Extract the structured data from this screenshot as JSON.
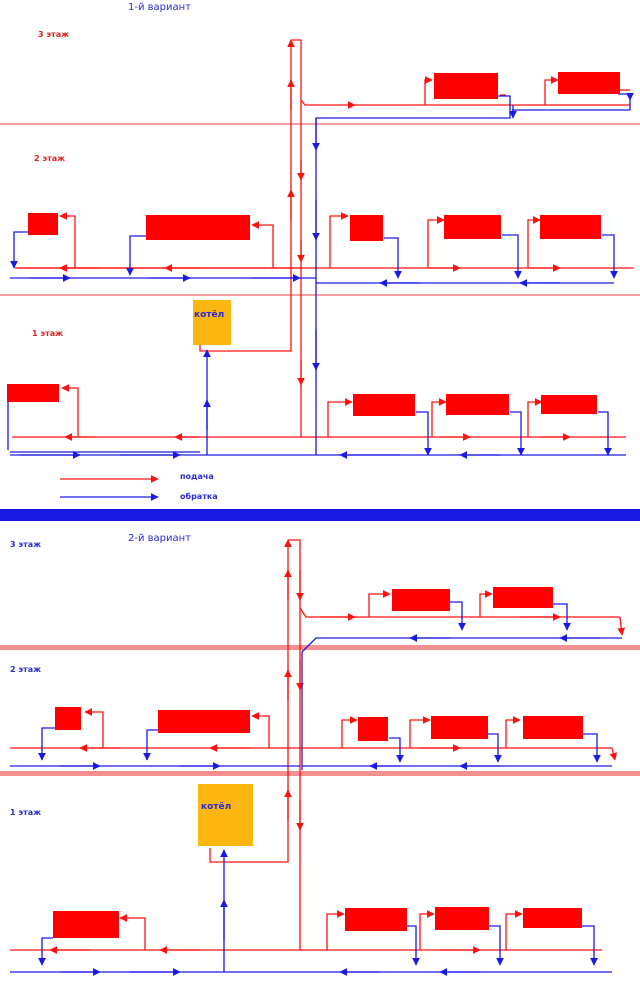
{
  "colors": {
    "supply": "#ff1010",
    "return": "#1a1ae6",
    "radiator": "#ff0000",
    "boiler": "#fbb710",
    "separator": "#1a1ae6",
    "floor_line_1": "#f04040",
    "floor_line_2": "#f49090"
  },
  "variant1": {
    "title": "1-й вариант",
    "floor3": "3 этаж",
    "floor2": "2 этаж",
    "floor1": "1 этаж",
    "boiler": "котёл"
  },
  "legend": {
    "supply": "подача",
    "return": "обратка"
  },
  "variant2": {
    "title": "2-й вариант",
    "floor3": "3 этаж",
    "floor2": "2 этаж",
    "floor1": "1 этаж",
    "boiler": "котёл"
  }
}
